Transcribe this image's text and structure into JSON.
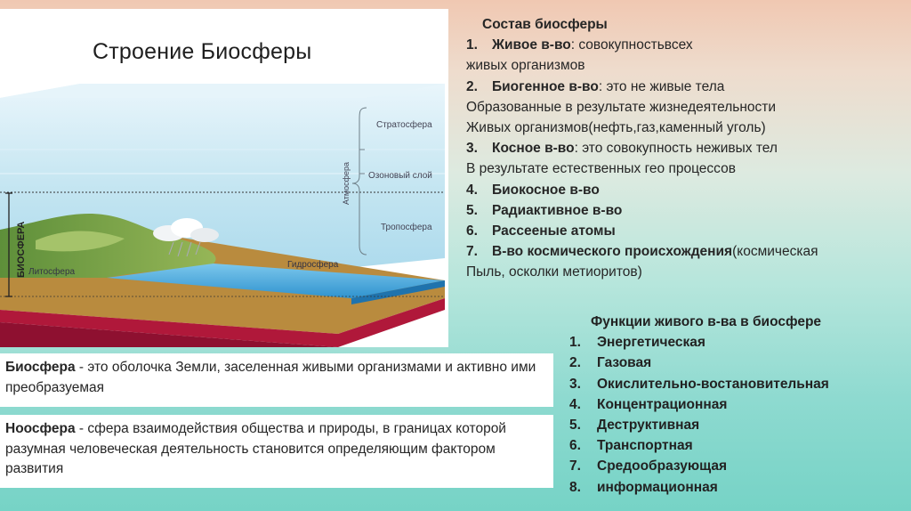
{
  "diagram": {
    "title": "Строение Биосферы",
    "labels": {
      "stratosphere": "Стратосфера",
      "ozone": "Озоновый слой",
      "troposphere": "Тропосфера",
      "atmosphere": "Атмосфера",
      "hydrosphere": "Гидросфера",
      "lithosphere": "Литосфера",
      "biosphere": "БИОСФЕРА"
    }
  },
  "composition": {
    "heading": "Состав биосферы",
    "items": [
      {
        "num": "1.",
        "term": "Живое в-во",
        "rest": ": совокупностьвсех",
        "line2": "живых организмов"
      },
      {
        "num": "2.",
        "term": "Биогенное в-во",
        "rest": ": это не живые тела",
        "line2": "Образованные в результате жизнедеятельности",
        "line3": "Живых организмов(нефть,газ,каменный уголь)"
      },
      {
        "num": "3.",
        "term": "Косное в-во",
        "rest": ": это совокупность неживых тел",
        "line2": "В результате естественных гео процессов"
      },
      {
        "num": "4.",
        "term": "Биокосное в-во"
      },
      {
        "num": "5.",
        "term": "Радиактивное в-во"
      },
      {
        "num": "6.",
        "term": "Рассееные атомы"
      },
      {
        "num": "7.",
        "term": "В-во космического происхождения",
        "rest": "(космическая",
        "line2": "Пыль, осколки метиоритов)"
      }
    ]
  },
  "functions": {
    "heading": "Функции живого в-ва в биосфере",
    "items": [
      {
        "num": "1.",
        "label": "Энергетическая"
      },
      {
        "num": "2.",
        "label": "Газовая"
      },
      {
        "num": "3.",
        "label": "Окислительно-востановительная"
      },
      {
        "num": "4.",
        "label": "Концентрационная"
      },
      {
        "num": "5.",
        "label": "Деструктивная"
      },
      {
        "num": "6.",
        "label": "Транспортная"
      },
      {
        "num": "7.",
        "label": "Средообразующая"
      },
      {
        "num": "8.",
        "label": "информационная"
      }
    ]
  },
  "definitions": {
    "biosphere": {
      "term": "Биосфера",
      "text": " - это оболочка Земли, заселенная живыми организмами и активно ими преобразуемая"
    },
    "noosphere": {
      "term": "Ноосфера",
      "text": " - сфера взаимодействия общества и природы, в границах которой разумная человеческая деятельность становится определяющим фактором развития"
    }
  },
  "colors": {
    "sky": "#bfe3f0",
    "water": "#3aa0d8",
    "land_green": "#7fa84a",
    "lithosphere": "#b58a3a",
    "crust_red": "#b0183a"
  }
}
